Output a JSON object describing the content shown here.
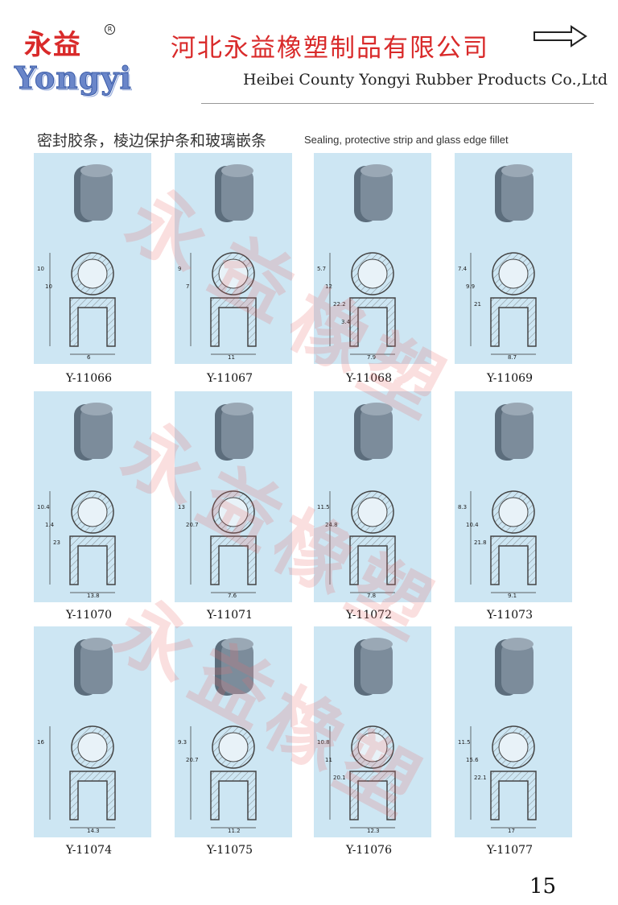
{
  "header": {
    "logo_cn": "永益",
    "logo_reg": "R",
    "logo_en": "Yongyi",
    "company_cn": "河北永益橡塑制品有限公司",
    "company_en": "Heibei County Yongyi Rubber Products Co.,Ltd"
  },
  "section": {
    "title_cn": "密封胶条，棱边保护条和玻璃嵌条",
    "title_en": "Sealing, protective strip and glass edge fillet"
  },
  "products": [
    {
      "code": "Y-11066",
      "dims": [
        "10",
        "10",
        "6"
      ]
    },
    {
      "code": "Y-11067",
      "dims": [
        "9",
        "7",
        "11"
      ]
    },
    {
      "code": "Y-11068",
      "dims": [
        "5.7",
        "12",
        "22.2",
        "3.4",
        "7.9"
      ]
    },
    {
      "code": "Y-11069",
      "dims": [
        "7.4",
        "9.9",
        "21",
        "8.7"
      ]
    },
    {
      "code": "Y-11070",
      "dims": [
        "10.4",
        "1.4",
        "23",
        "13.8"
      ]
    },
    {
      "code": "Y-11071",
      "dims": [
        "13",
        "20.7",
        "7.6"
      ]
    },
    {
      "code": "Y-11072",
      "dims": [
        "11.5",
        "24.8",
        "7.8"
      ]
    },
    {
      "code": "Y-11073",
      "dims": [
        "8.3",
        "10.4",
        "21.8",
        "9.1"
      ]
    },
    {
      "code": "Y-11074",
      "dims": [
        "16",
        "14.3"
      ]
    },
    {
      "code": "Y-11075",
      "dims": [
        "9.3",
        "20.7",
        "11.2"
      ]
    },
    {
      "code": "Y-11076",
      "dims": [
        "10.8",
        "11",
        "20.1",
        "12.3"
      ]
    },
    {
      "code": "Y-11077",
      "dims": [
        "11.5",
        "15.6",
        "22.1",
        "17"
      ]
    }
  ],
  "watermark": [
    "永",
    "益",
    "橡",
    "塑"
  ],
  "page_number": "15",
  "colors": {
    "brand_red": "#d92a2a",
    "panel_blue": "#cde6f3",
    "profile_gray": "#5c6d7c"
  }
}
